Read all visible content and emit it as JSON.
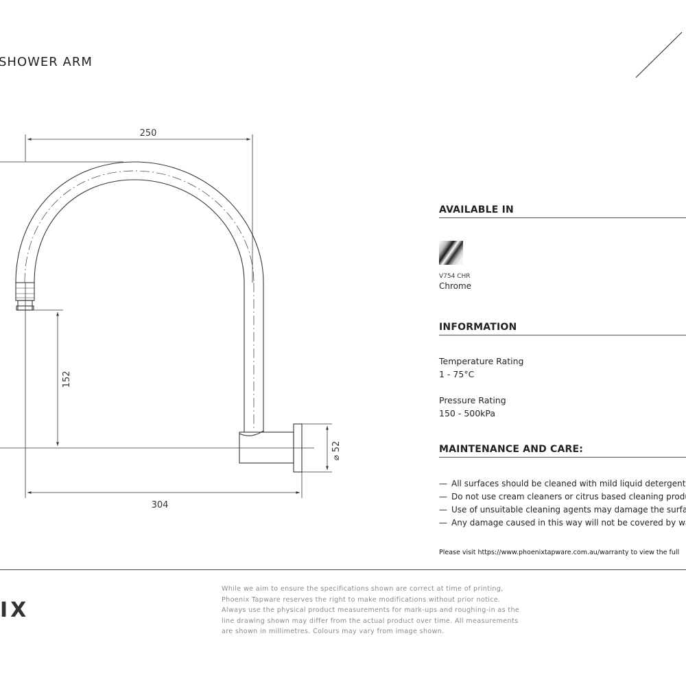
{
  "header": {
    "title": "SHOWER ARM"
  },
  "drawing": {
    "dim_width_top": "250",
    "dim_height": "152",
    "dim_width_bottom": "304",
    "dim_diameter": "⌀ 52"
  },
  "available": {
    "heading": "AVAILABLE IN",
    "items": [
      {
        "code": "V754 CHR",
        "finish": "Chrome",
        "swatch": "chrome-swatch"
      }
    ]
  },
  "information": {
    "heading": "INFORMATION",
    "temp_label": "Temperature Rating",
    "temp_value": "1 - 75°C",
    "pressure_label": "Pressure Rating",
    "pressure_value": "150 - 500kPa"
  },
  "maintenance": {
    "heading": "MAINTENANCE AND CARE:",
    "dash": "—",
    "items": [
      "All surfaces should be cleaned with mild liquid detergent or",
      "Do not use cream cleaners or citrus based cleaning products,",
      "Use of unsuitable cleaning agents may damage the surface.",
      "Any damage caused in this way will not be covered by warran"
    ],
    "visit_text": "Please visit https://www.phoenixtapware.com.au/warranty to view the full"
  },
  "footer": {
    "logo": "IX",
    "disclaimer_lines": [
      "While we aim to ensure the specifications shown are correct at time of printing,",
      "Phoenix Tapware reserves the right to make modifications without prior notice.",
      "Always use the physical product measurements for mark-ups and roughing-in as the",
      "line drawing shown may differ from the actual product over time. All measurements",
      "are shown in millimetres. Colours may vary from image shown."
    ]
  },
  "colors": {
    "line": "#333333",
    "text": "#1e1e1e",
    "muted": "#8a8a8a"
  }
}
